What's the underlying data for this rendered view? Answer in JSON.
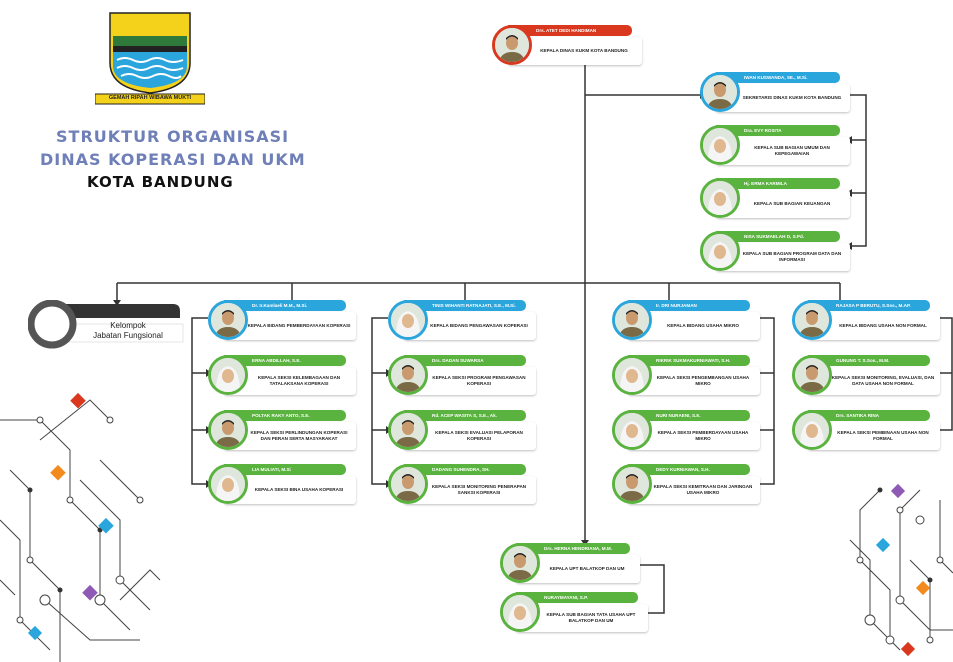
{
  "header": {
    "logo_motto": "GEMAH RIPAH WIBAWA MUKTI",
    "title_line1": "STRUKTUR ORGANISASI",
    "title_line2": "DINAS KOPERASI DAN UKM",
    "title_line3": "KOTA BANDUNG"
  },
  "colors": {
    "green": "#5ab33e",
    "blue": "#2ba6dd",
    "red": "#d9381e",
    "line": "#333333",
    "title": "#6f7fb8"
  },
  "fungsional": {
    "line1": "Kelompok",
    "line2": "Jabatan Fungsional"
  },
  "head": {
    "name": "Drs. ATET DEDI HANDIMAN",
    "position": "KEPALA DINAS KUKM KOTA BANDUNG"
  },
  "secretariat": {
    "head": {
      "name": "IWAN KUSWANDA, SE., M.Si.",
      "position": "SEKRETARIS DINAS KUKM KOTA BANDUNG"
    },
    "subs": [
      {
        "name": "Dra. EVY ROSITA",
        "position": "KEPALA SUB BAGIAN UMUM DAN KEPEGAWAIAN"
      },
      {
        "name": "Hj. ERMA KARMILA",
        "position": "KEPALA SUB BAGIAN KEUANGAN"
      },
      {
        "name": "NISA SUKMAELAH D, S.Pd.",
        "position": "KEPALA SUB BAGIAN PROGRAM DATA DAN INFORMASI"
      }
    ]
  },
  "bidang": [
    {
      "head": {
        "name": "Dr. Ir.Kamlaeli M.M., M.Si.",
        "position": "KEPALA BIDANG PEMBERDAYAAN KOPERASI"
      },
      "seksi": [
        {
          "name": "ERNA ABDILLAH, S.E.",
          "position": "KEPALA SEKSI KELEMBAGAAN DAN TATALAKSANA KOPERASI"
        },
        {
          "name": "POLTAK RAKY ANTO, S.E.",
          "position": "KEPALA SEKSI PERLINDUNGAN KOPERASI DAN PERAN SERTA MASYARAKAT"
        },
        {
          "name": "LIA MULIATI, M.Si",
          "position": "KEPALA SEKSI BINA USAHA KOPERASI"
        }
      ]
    },
    {
      "head": {
        "name": "TINIS WIHANTI RATNAJATI, S.E., M.Si.",
        "position": "KEPALA BIDANG PENGAWASAN KOPERASI"
      },
      "seksi": [
        {
          "name": "Drs. DADAN SUWARSA",
          "position": "KEPALA SEKSI PROGRAM PENGAWASAN KOPERASI"
        },
        {
          "name": "Rd. ACEP WASITA S, S.E., Ak.",
          "position": "KEPALA SEKSI EVALUASI PELAPORAN KOPERASI"
        },
        {
          "name": "DADANG SUHENDRA, SH.",
          "position": "KEPALA SEKSI MONITORING PENERAPAN SANKSI KOPERASI"
        }
      ]
    },
    {
      "head": {
        "name": "Ir. DRI NURJAMAN",
        "position": "KEPALA BIDANG USAHA MIKRO"
      },
      "seksi": [
        {
          "name": "RIKRIK SUKMAKURNIAWATI, S.H.",
          "position": "KEPALA SEKSI PENGEMBANGAN USAHA MIKRO"
        },
        {
          "name": "NURI NURAENI, S.E.",
          "position": "KEPALA SEKSI PEMBERDAYAAN USAHA MIKRO"
        },
        {
          "name": "DEDY KURNIAWAN, S.H.",
          "position": "KEPALA SEKSI KEMITRAAN DAN JARINGAN USAHA MIKRO"
        }
      ]
    },
    {
      "head": {
        "name": "RAJASA P BERUTU, S.Sos., M.AP.",
        "position": "KEPALA BIDANG USAHA NON FORMAL"
      },
      "seksi": [
        {
          "name": "GUNUNG T. S.Sos., M.M.",
          "position": "KEPALA SEKSI MONITORING, EVALUASI, DAN DATA USAHA NON FORMAL"
        },
        {
          "name": "Drs. SANTIKA RINA",
          "position": "KEPALA SEKSI PEMBINAAN USAHA NON FORMAL"
        }
      ]
    }
  ],
  "upt": {
    "head": {
      "name": "Drs. HERNA HENDRIANA, M.M.",
      "position": "KEPALA UPT BALATKOP DAN UM"
    },
    "sub": {
      "name": "NURAYMAYANI, S.P.",
      "position": "KEPALA SUB BAGIAN TATA USAHA UPT BALATKOP DAN UM"
    }
  }
}
